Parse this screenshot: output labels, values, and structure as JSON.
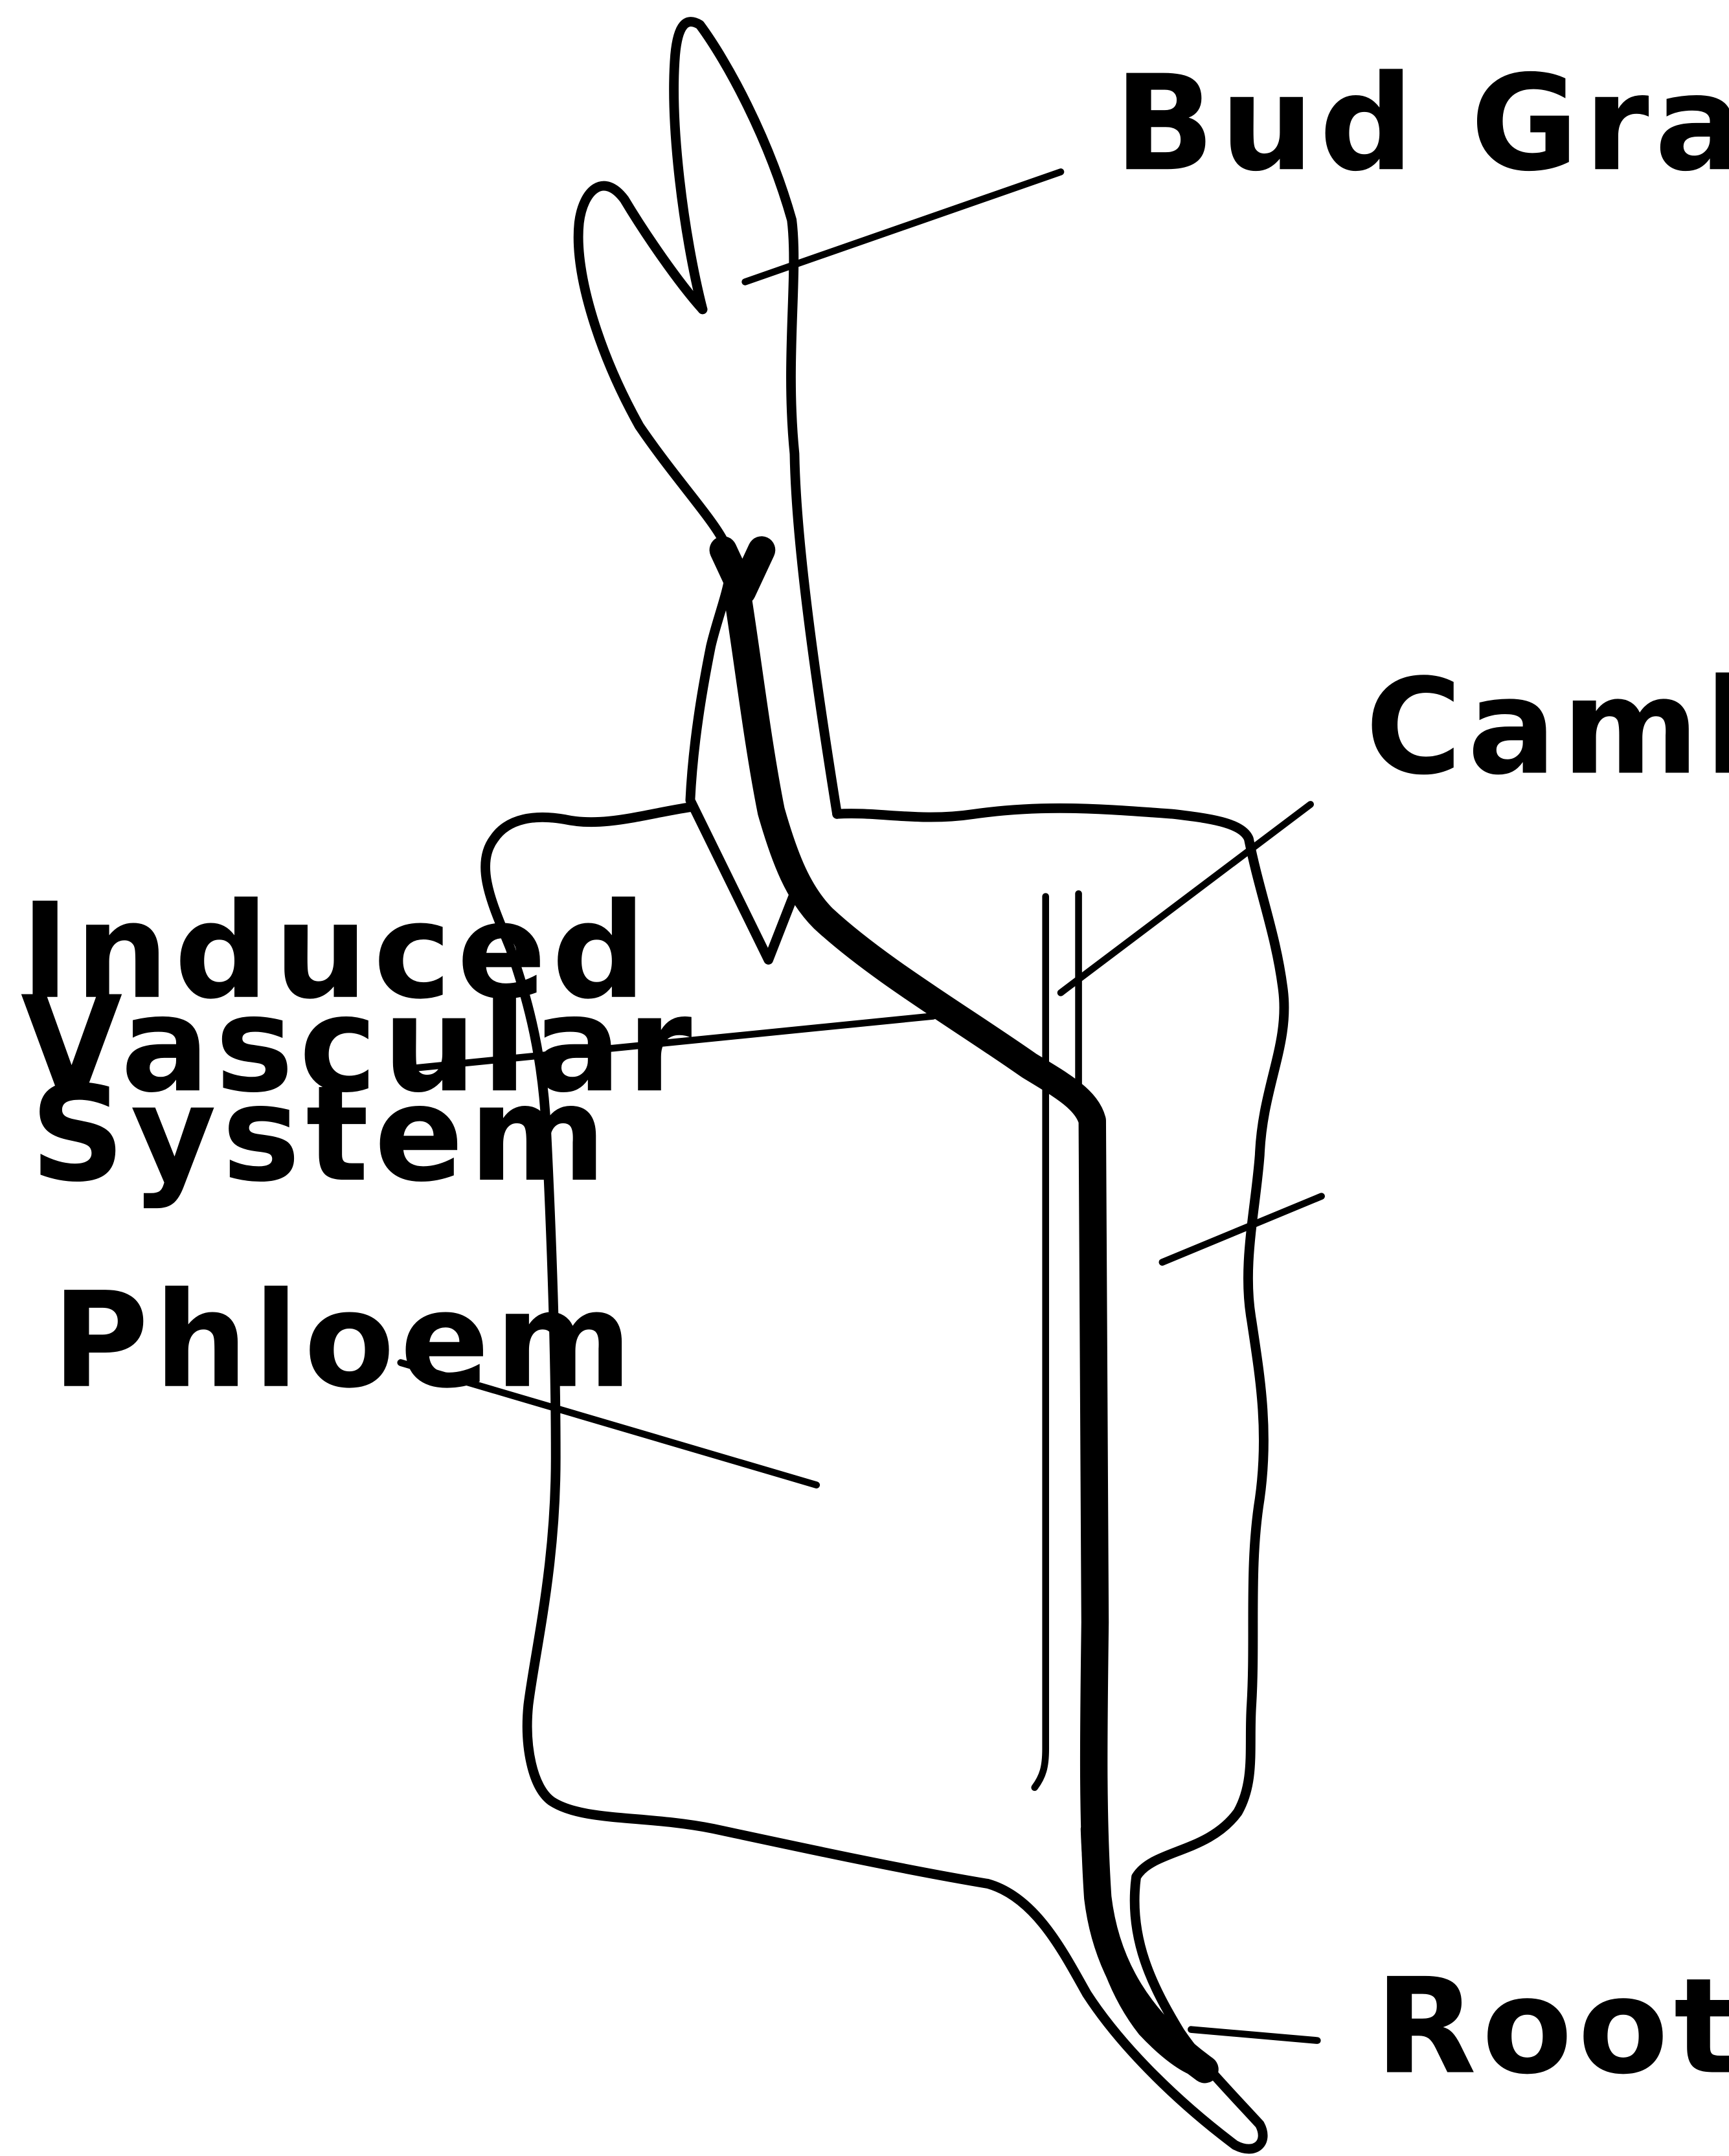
{
  "labels": {
    "bud_graft": "Bud Graft",
    "cambium": "Cambium",
    "induced_vascular_system": [
      "Induced",
      "Vascular",
      "System"
    ],
    "phloem": "Phloem",
    "root": "Root"
  },
  "colors": {
    "ink": "#000000",
    "background": "#ffffff"
  }
}
